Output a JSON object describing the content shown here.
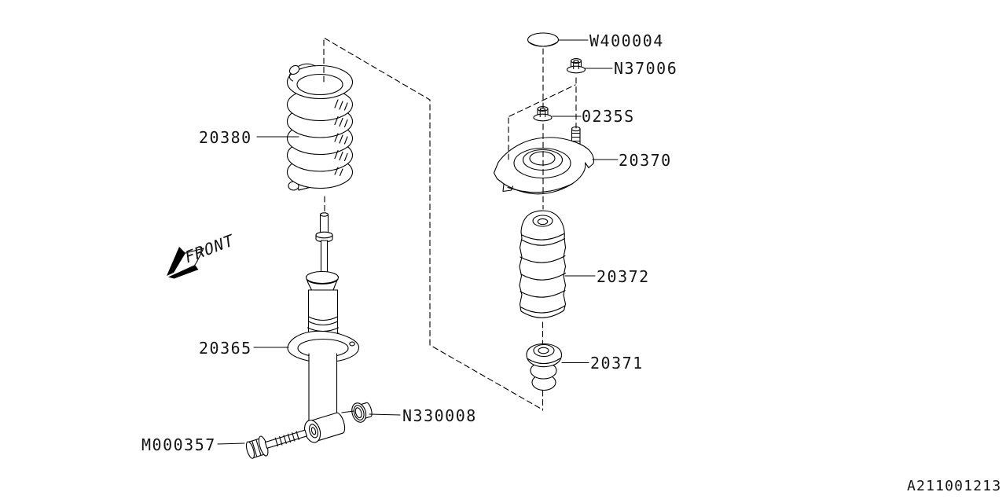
{
  "diagram": {
    "front_label": "FRONT",
    "drawing_number": "A211001213",
    "line_color": "#000000",
    "background_color": "#ffffff",
    "parts": [
      {
        "code": "20380"
      },
      {
        "code": "20365"
      },
      {
        "code": "M000357"
      },
      {
        "code": "N330008"
      },
      {
        "code": "W400004"
      },
      {
        "code": "N37006"
      },
      {
        "code": "0235S"
      },
      {
        "code": "20370"
      },
      {
        "code": "20372"
      },
      {
        "code": "20371"
      }
    ]
  }
}
